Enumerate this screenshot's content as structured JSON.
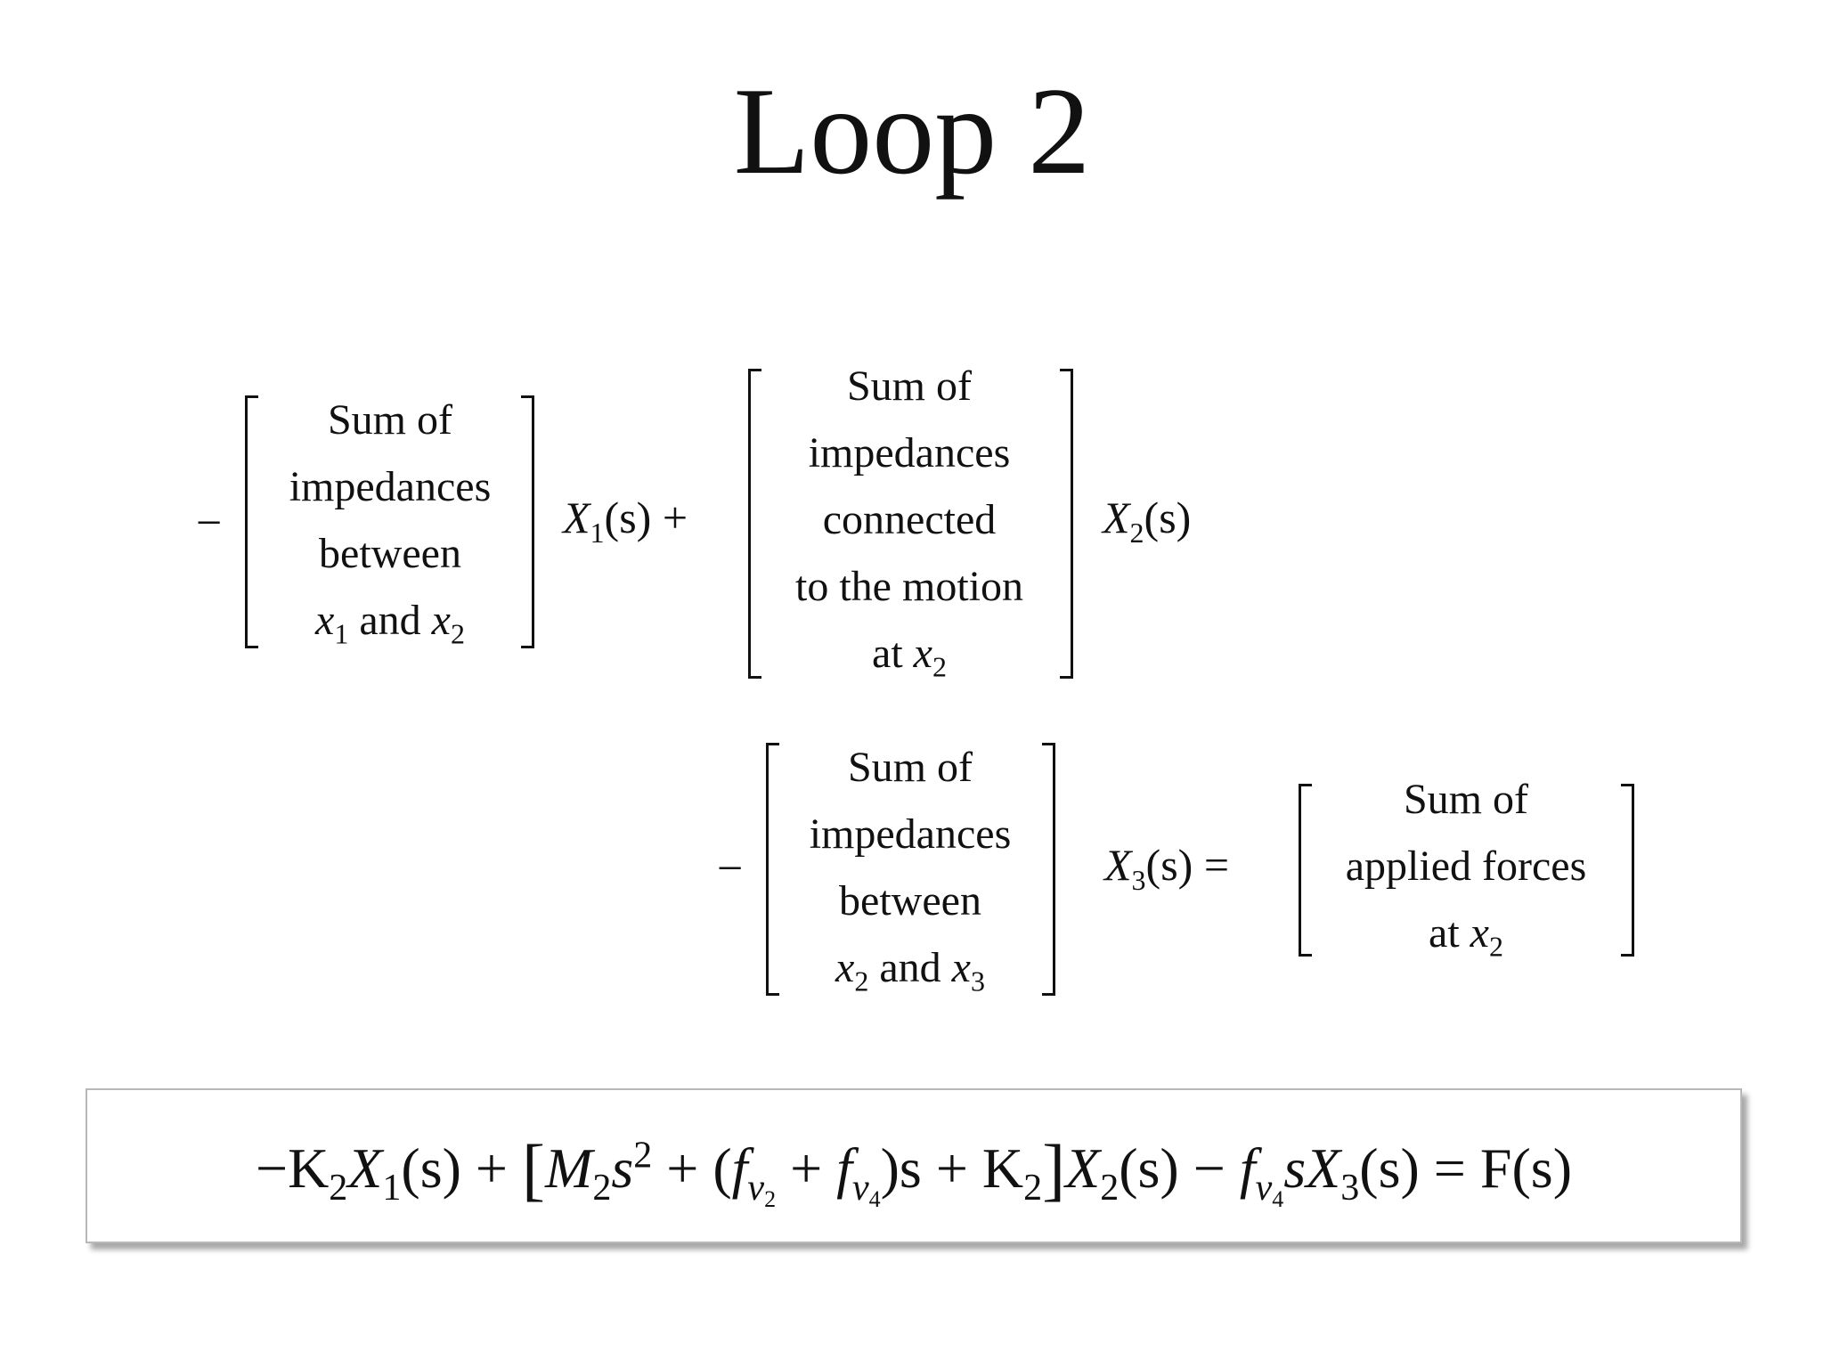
{
  "slide": {
    "title": "Loop 2"
  },
  "equation1": {
    "term1_sign": "−",
    "term1_lines": [
      "Sum of",
      "impedances",
      "between"
    ],
    "term1_last": {
      "v1": "x",
      "s1": "1",
      "mid": " and ",
      "v2": "x",
      "s2": "2"
    },
    "var1": {
      "name": "X",
      "sub": "1",
      "arg": "(s)"
    },
    "plus": "+",
    "term2_lines": [
      "Sum of",
      "impedances",
      "connected",
      "to the motion"
    ],
    "term2_last": {
      "pre": "at ",
      "v": "x",
      "s": "2"
    },
    "var2": {
      "name": "X",
      "sub": "2",
      "arg": "(s)"
    }
  },
  "equation2": {
    "term3_sign": "−",
    "term3_lines": [
      "Sum of",
      "impedances",
      "between"
    ],
    "term3_last": {
      "v1": "x",
      "s1": "2",
      "mid": " and ",
      "v2": "x",
      "s2": "3"
    },
    "var3": {
      "name": "X",
      "sub": "3",
      "arg": "(s)"
    },
    "equals": "=",
    "rhs_lines": [
      "Sum of",
      "applied forces"
    ],
    "rhs_last": {
      "pre": "at ",
      "v": "x",
      "s": "2"
    }
  },
  "boxed_equation": {
    "parts": {
      "a": "−K",
      "a_sub": "2",
      "b": "X",
      "b_sub": "1",
      "c": "(s) + ",
      "lbr": "[",
      "d": "M",
      "d_sub": "2",
      "e": "s",
      "e_sup": "2",
      "f": " + (",
      "g": "f",
      "g_sub": "v",
      "g_subsub": "2",
      "h": " + ",
      "i": "f",
      "i_sub": "v",
      "i_subsub": "4",
      "j": ")s + K",
      "j_sub": "2",
      "rbr": "]",
      "k": "X",
      "k_sub": "2",
      "l": "(s) − ",
      "m": "f",
      "m_sub": "v",
      "m_subsub": "4",
      "n": "sX",
      "n_sub": "3",
      "o": "(s) = F(s)"
    }
  }
}
